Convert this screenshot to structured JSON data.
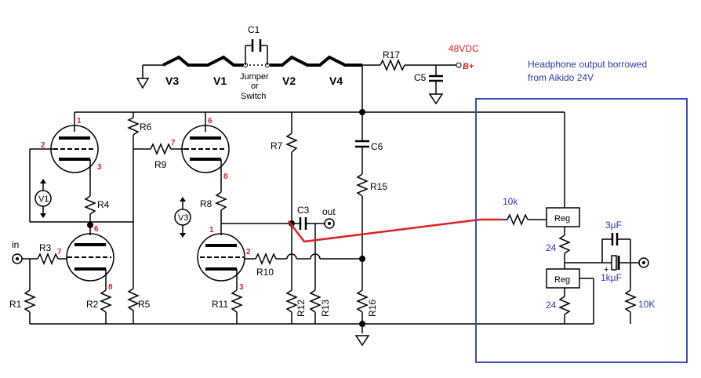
{
  "labels": {
    "c1": "C1",
    "jumper1": "Jumper",
    "jumper2": "or",
    "jumper3": "Switch",
    "v3": "V3",
    "v1": "V1",
    "v2": "V2",
    "v4": "V4",
    "r17": "R17",
    "b48": "48VDC",
    "bplus": "B+",
    "c5": "C5",
    "note1": "Headphone output borrowed",
    "note2": "from Aikido 24V",
    "r6": "R6",
    "r7": "R7",
    "c6": "C6",
    "r9": "R9",
    "r15": "R15",
    "r4": "R4",
    "r8": "R8",
    "c3": "C3",
    "out": "out",
    "r3": "R3",
    "in": "in",
    "r10": "R10",
    "r1": "R1",
    "r2": "R2",
    "r5": "R5",
    "r11": "R11",
    "r12": "R12",
    "r13": "R13",
    "r16": "R16",
    "meter_v1": "V1",
    "meter_v3": "V3",
    "p1": "1",
    "p2": "2",
    "p3": "3",
    "p6": "6",
    "p7": "7",
    "p8": "8",
    "p6b": "6",
    "p7b": "7",
    "p8b": "8",
    "p1b": "1",
    "p2b": "2",
    "p3b": "3",
    "r10k": "10k",
    "reg1": "Reg",
    "reg2": "Reg",
    "r24a": "24",
    "r24b": "24",
    "c3u": "3µF",
    "c1ku": "1kµF",
    "r10kb": "10K"
  },
  "colors": {
    "wire": "#000000",
    "pin_numbers": "#e02020",
    "added_wire": "#e02020",
    "annotation": "#2a3aa8"
  }
}
